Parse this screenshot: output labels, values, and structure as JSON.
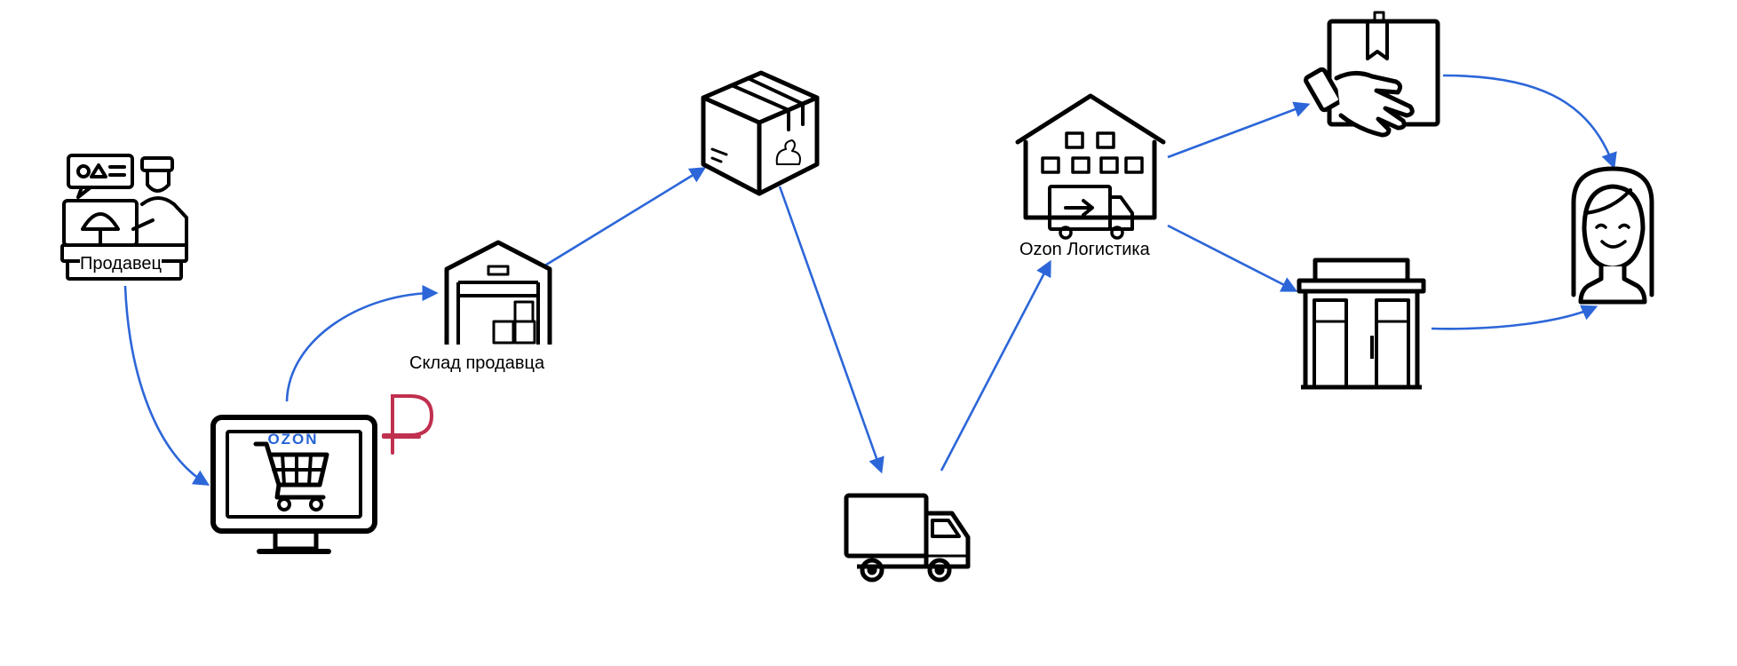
{
  "nodes": {
    "seller": {
      "label": "Продавец",
      "icon": "seller-at-desk-icon"
    },
    "marketplace": {
      "label": "OZON",
      "icon": "monitor-shopping-cart-icon"
    },
    "payment": {
      "label": "₽",
      "icon": "ruble-icon",
      "color": "#c0304f"
    },
    "seller_warehouse": {
      "label": "Склад продавца",
      "icon": "warehouse-icon"
    },
    "parcel": {
      "icon": "parcel-box-icon"
    },
    "truck": {
      "icon": "delivery-truck-icon"
    },
    "ozon_logistics": {
      "label": "Ozon Логистика",
      "icon": "logistics-center-icon"
    },
    "courier_handover": {
      "icon": "hand-with-box-icon"
    },
    "pickup_point": {
      "icon": "pickup-point-store-icon"
    },
    "customer": {
      "icon": "customer-icon"
    }
  },
  "colors": {
    "arrow": "#2c66d8",
    "ozon_brand": "#2563d4",
    "ruble": "#c0304f",
    "icon_stroke": "#000000"
  }
}
